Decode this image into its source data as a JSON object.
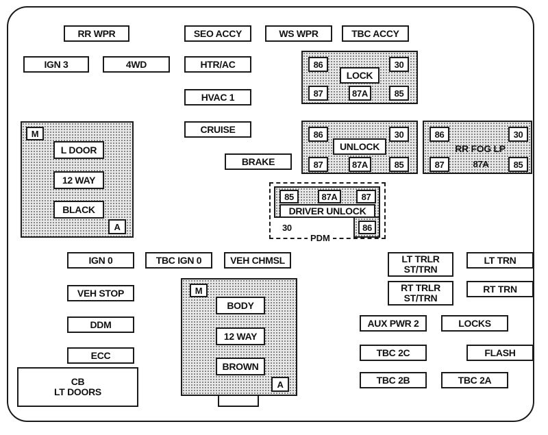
{
  "fuses": {
    "rr_wpr": "RR WPR",
    "seo_accy": "SEO ACCY",
    "ws_wpr": "WS WPR",
    "tbc_accy": "TBC ACCY",
    "ign3": "IGN 3",
    "fourwd": "4WD",
    "htr_ac": "HTR/AC",
    "hvac1": "HVAC 1",
    "cruise": "CRUISE",
    "brake": "BRAKE",
    "ign0": "IGN 0",
    "tbc_ign0": "TBC IGN 0",
    "veh_chmsl": "VEH CHMSL",
    "veh_stop": "VEH STOP",
    "ddm": "DDM",
    "ecc": "ECC",
    "cb_line1": "CB",
    "cb_line2": "LT DOORS",
    "lt_trlr_1": "LT TRLR",
    "lt_trlr_2": "ST/TRN",
    "lt_trn": "LT TRN",
    "rt_trlr_1": "RT TRLR",
    "rt_trlr_2": "ST/TRN",
    "rt_trn": "RT TRN",
    "aux_pwr2": "AUX PWR 2",
    "locks": "LOCKS",
    "tbc2c": "TBC 2C",
    "flash": "FLASH",
    "tbc2b": "TBC 2B",
    "tbc2a": "TBC 2A"
  },
  "relays": {
    "lock": {
      "name": "LOCK",
      "t86": "86",
      "t30": "30",
      "t87": "87",
      "t87a": "87A",
      "t85": "85"
    },
    "unlock": {
      "name": "UNLOCK",
      "t86": "86",
      "t30": "30",
      "t87": "87",
      "t87a": "87A",
      "t85": "85"
    },
    "rr_fog": {
      "name": "RR FOG LP",
      "t86": "86",
      "t30": "30",
      "t87": "87",
      "t87a": "87A",
      "t85": "85"
    },
    "driver_unlock": {
      "name": "DRIVER UNLOCK",
      "t85": "85",
      "t87a": "87A",
      "t87": "87",
      "t30": "30",
      "t86": "86",
      "pdm": "PDM"
    }
  },
  "breaker_left": {
    "m": "M",
    "a": "A",
    "row1": "L DOOR",
    "row2": "12 WAY",
    "row3": "BLACK"
  },
  "breaker_center": {
    "m": "M",
    "a": "A",
    "row1": "BODY",
    "row2": "12 WAY",
    "row3": "BROWN"
  }
}
